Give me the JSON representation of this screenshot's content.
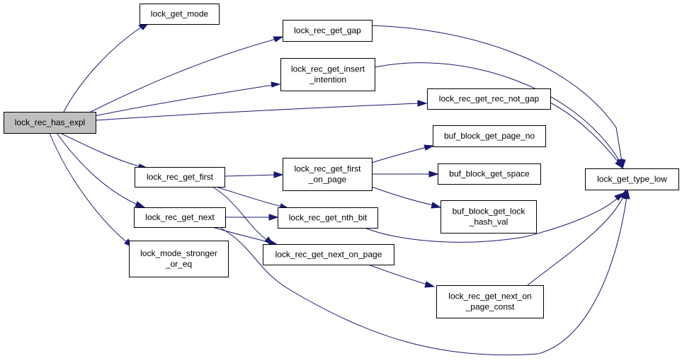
{
  "colors": {
    "edge": "#191970",
    "root_fill": "#bfbfbf",
    "node_fill": "#ffffff",
    "node_border": "#000000"
  },
  "nodes": [
    {
      "id": "lock_rec_has_expl",
      "lines": [
        "lock_rec_has_expl"
      ]
    },
    {
      "id": "lock_get_mode",
      "lines": [
        "lock_get_mode"
      ]
    },
    {
      "id": "lock_rec_get_gap",
      "lines": [
        "lock_rec_get_gap"
      ]
    },
    {
      "id": "lock_rec_get_insert_intention",
      "lines": [
        "lock_rec_get_insert",
        "_intention"
      ]
    },
    {
      "id": "lock_rec_get_rec_not_gap",
      "lines": [
        "lock_rec_get_rec_not_gap"
      ]
    },
    {
      "id": "lock_get_type_low",
      "lines": [
        "lock_get_type_low"
      ]
    },
    {
      "id": "buf_block_get_page_no",
      "lines": [
        "buf_block_get_page_no"
      ]
    },
    {
      "id": "lock_rec_get_first",
      "lines": [
        "lock_rec_get_first"
      ]
    },
    {
      "id": "lock_rec_get_first_on_page",
      "lines": [
        "lock_rec_get_first",
        "_on_page"
      ]
    },
    {
      "id": "buf_block_get_space",
      "lines": [
        "buf_block_get_space"
      ]
    },
    {
      "id": "buf_block_get_lock_hash_val",
      "lines": [
        "buf_block_get_lock",
        "_hash_val"
      ]
    },
    {
      "id": "lock_rec_get_next",
      "lines": [
        "lock_rec_get_next"
      ]
    },
    {
      "id": "lock_rec_get_nth_bit",
      "lines": [
        "lock_rec_get_nth_bit"
      ]
    },
    {
      "id": "lock_mode_stronger_or_eq",
      "lines": [
        "lock_mode_stronger",
        "_or_eq"
      ]
    },
    {
      "id": "lock_rec_get_next_on_page",
      "lines": [
        "lock_rec_get_next_on_page"
      ]
    },
    {
      "id": "lock_rec_get_next_on_page_const",
      "lines": [
        "lock_rec_get_next_on",
        "_page_const"
      ]
    }
  ],
  "edges": [
    {
      "from": "lock_rec_has_expl",
      "to": "lock_get_mode"
    },
    {
      "from": "lock_rec_has_expl",
      "to": "lock_rec_get_gap"
    },
    {
      "from": "lock_rec_has_expl",
      "to": "lock_rec_get_insert_intention"
    },
    {
      "from": "lock_rec_has_expl",
      "to": "lock_rec_get_rec_not_gap"
    },
    {
      "from": "lock_rec_has_expl",
      "to": "lock_rec_get_first"
    },
    {
      "from": "lock_rec_has_expl",
      "to": "lock_rec_get_next"
    },
    {
      "from": "lock_rec_has_expl",
      "to": "lock_mode_stronger_or_eq"
    },
    {
      "from": "lock_rec_get_gap",
      "to": "lock_get_type_low"
    },
    {
      "from": "lock_rec_get_insert_intention",
      "to": "lock_get_type_low"
    },
    {
      "from": "lock_rec_get_rec_not_gap",
      "to": "lock_get_type_low"
    },
    {
      "from": "lock_rec_get_first",
      "to": "lock_rec_get_first_on_page"
    },
    {
      "from": "lock_rec_get_first",
      "to": "lock_rec_get_nth_bit"
    },
    {
      "from": "lock_rec_get_first",
      "to": "lock_rec_get_next_on_page"
    },
    {
      "from": "lock_rec_get_first_on_page",
      "to": "buf_block_get_page_no"
    },
    {
      "from": "lock_rec_get_first_on_page",
      "to": "buf_block_get_space"
    },
    {
      "from": "lock_rec_get_first_on_page",
      "to": "buf_block_get_lock_hash_val"
    },
    {
      "from": "lock_rec_get_next",
      "to": "lock_rec_get_nth_bit"
    },
    {
      "from": "lock_rec_get_next",
      "to": "lock_rec_get_next_on_page"
    },
    {
      "from": "lock_rec_get_next",
      "to": "lock_get_type_low"
    },
    {
      "from": "lock_rec_get_nth_bit",
      "to": "lock_get_type_low"
    },
    {
      "from": "lock_rec_get_next_on_page",
      "to": "lock_rec_get_next_on_page_const"
    },
    {
      "from": "lock_rec_get_next_on_page_const",
      "to": "lock_get_type_low"
    }
  ]
}
